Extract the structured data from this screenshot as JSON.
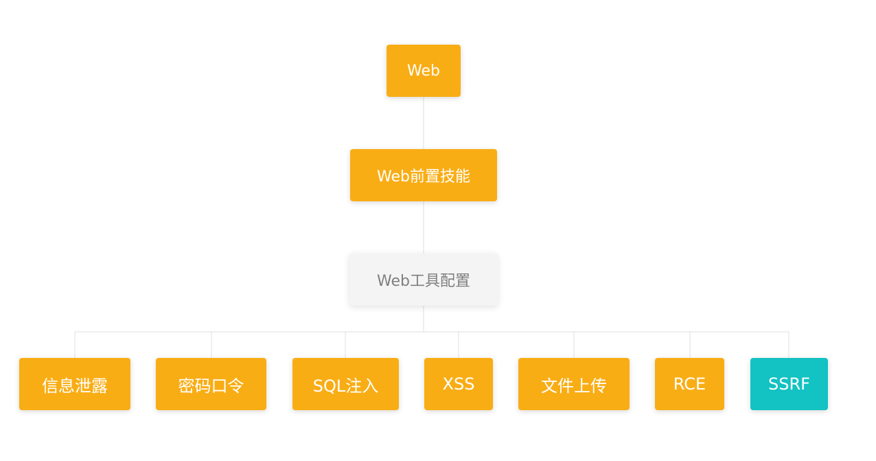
{
  "colors": {
    "orange": "#f9ad15",
    "teal": "#13c2c2",
    "gray_bg": "#f4f4f5",
    "gray_text": "#7f7f7f",
    "connector": "#dcdfe6"
  },
  "tree": {
    "root": "Web",
    "level2": "Web前置技能",
    "level3": "Web工具配置",
    "leaves": [
      {
        "label": "信息泄露",
        "color": "orange"
      },
      {
        "label": "密码口令",
        "color": "orange"
      },
      {
        "label": "SQL注入",
        "color": "orange"
      },
      {
        "label": "XSS",
        "color": "orange"
      },
      {
        "label": "文件上传",
        "color": "orange"
      },
      {
        "label": "RCE",
        "color": "orange"
      },
      {
        "label": "SSRF",
        "color": "teal"
      }
    ]
  }
}
